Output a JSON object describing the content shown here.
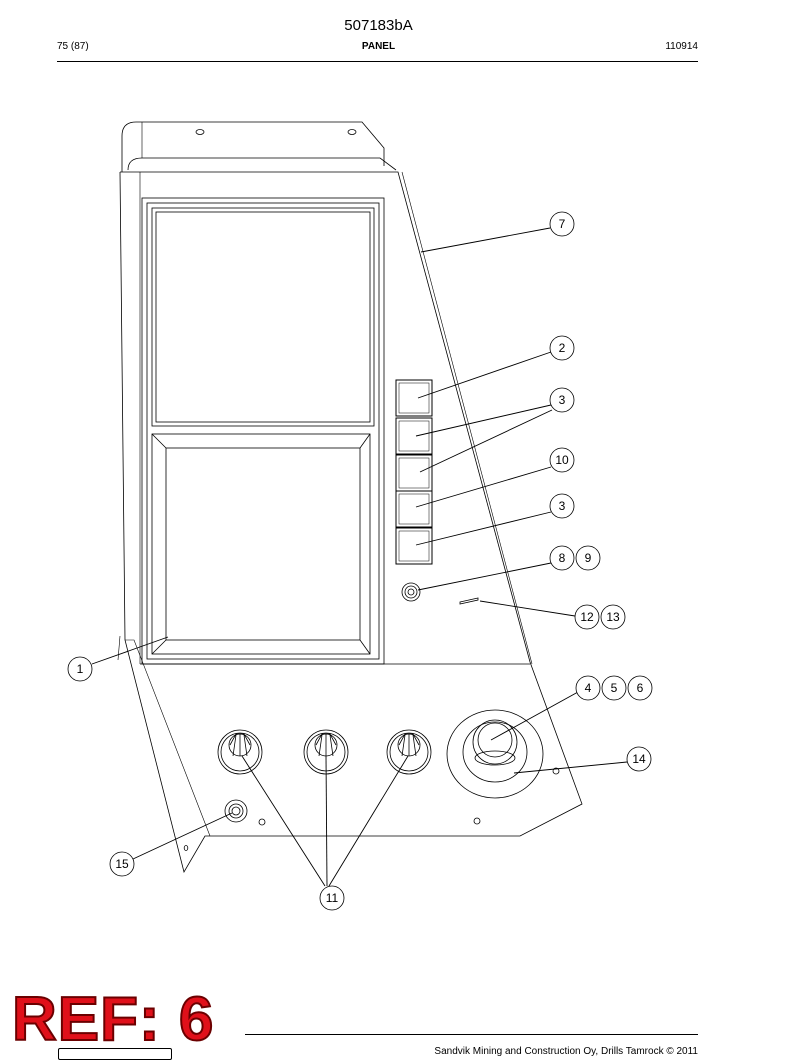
{
  "header": {
    "doc_id": "507183bA",
    "page": "75 (87)",
    "section": "PANEL",
    "date_code": "110914"
  },
  "stamp": {
    "ref_label": "REF: 6"
  },
  "footer": {
    "copyright": "Sandvik Mining and Construction Oy, Drills Tamrock © 2011"
  },
  "callouts": [
    {
      "id": "c7",
      "label": "7"
    },
    {
      "id": "c2",
      "label": "2"
    },
    {
      "id": "c3a",
      "label": "3"
    },
    {
      "id": "c10",
      "label": "10"
    },
    {
      "id": "c3b",
      "label": "3"
    },
    {
      "id": "c8",
      "label": "8"
    },
    {
      "id": "c9",
      "label": "9"
    },
    {
      "id": "c12",
      "label": "12"
    },
    {
      "id": "c13",
      "label": "13"
    },
    {
      "id": "c1",
      "label": "1"
    },
    {
      "id": "c4",
      "label": "4"
    },
    {
      "id": "c5",
      "label": "5"
    },
    {
      "id": "c6",
      "label": "6"
    },
    {
      "id": "c14",
      "label": "14"
    },
    {
      "id": "c15",
      "label": "15"
    },
    {
      "id": "c11",
      "label": "11"
    }
  ]
}
